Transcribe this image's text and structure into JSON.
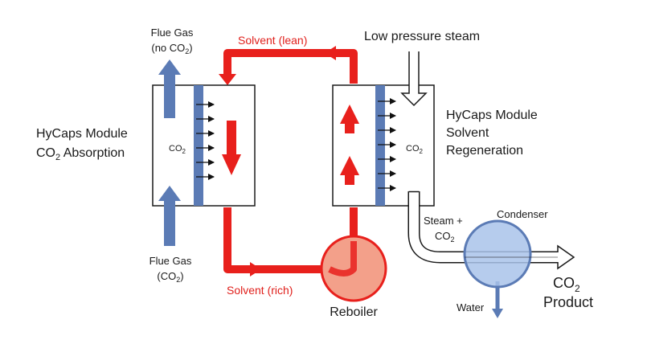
{
  "labels": {
    "flue_gas_out_line1": "Flue Gas",
    "flue_gas_out_line2_pre": "(no CO",
    "flue_gas_out_line2_sub": "2",
    "flue_gas_out_line2_post": ")",
    "absorption_module_line1": "HyCaps Module",
    "absorption_module_line2_pre": "CO",
    "absorption_module_line2_sub": "2",
    "absorption_module_line2_post": " Absorption",
    "absorber_co2_pre": "CO",
    "absorber_co2_sub": "2",
    "flue_gas_in_line1": "Flue Gas",
    "flue_gas_in_line2_pre": "(CO",
    "flue_gas_in_line2_sub": "2",
    "flue_gas_in_line2_post": ")",
    "solvent_lean": "Solvent (lean)",
    "solvent_rich": "Solvent (rich)",
    "low_pressure_steam": "Low pressure steam",
    "regeneration_module_line1": "HyCaps Module",
    "regeneration_module_line2": "Solvent",
    "regeneration_module_line3": "Regeneration",
    "regenerator_co2_pre": "CO",
    "regenerator_co2_sub": "2",
    "steam_co2_line1": "Steam +",
    "steam_co2_line2_pre": "CO",
    "steam_co2_line2_sub": "2",
    "condenser": "Condenser",
    "reboiler": "Reboiler",
    "water": "Water",
    "product_line1_pre": "CO",
    "product_line1_sub": "2",
    "product_line2": "Product"
  },
  "colors": {
    "solvent_red": "#e8201c",
    "membrane_blue": "#5b7bb5",
    "reboiler_fill": "#f3a08a",
    "condenser_fill": "#a9c3ea",
    "outline": "#1a1a1a"
  }
}
